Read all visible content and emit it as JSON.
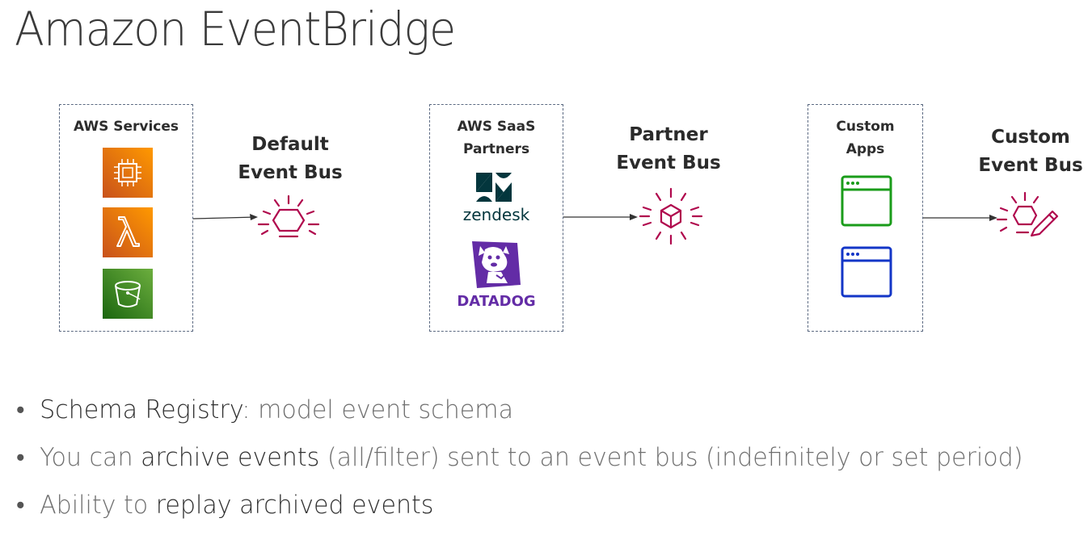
{
  "title": "Amazon EventBridge",
  "groups": [
    {
      "label_lines": [
        "AWS Services"
      ],
      "bus_lines": [
        "Default",
        "Event Bus"
      ]
    },
    {
      "label_lines": [
        "AWS SaaS",
        "Partners"
      ],
      "bus_lines": [
        "Partner",
        "Event Bus"
      ]
    },
    {
      "label_lines": [
        "Custom",
        "Apps"
      ],
      "bus_lines": [
        "Custom",
        "Event Bus"
      ]
    }
  ],
  "logos": {
    "zendesk": "zendesk",
    "datadog": "DATADOG"
  },
  "colors": {
    "bus_icon": "#b0084d",
    "aws_compute": "#ff9900",
    "aws_storage": "#3f8624",
    "app_green": "#1a9c1a",
    "app_blue": "#1336c7",
    "zendesk": "#03363d",
    "datadog": "#632ca6"
  },
  "icons": [
    "ec2-icon",
    "lambda-icon",
    "s3-bucket-icon",
    "event-bus-icon",
    "partner-event-bus-icon",
    "custom-event-bus-icon",
    "app-window-icon"
  ],
  "bullets": [
    {
      "parts": [
        {
          "text": "Schema Registry",
          "em": true
        },
        {
          "text": ": model event schema",
          "em": false
        }
      ]
    },
    {
      "parts": [
        {
          "text": "You can ",
          "em": false
        },
        {
          "text": "archive events",
          "em": true
        },
        {
          "text": " (all/filter) sent to an event bus (indefinitely or set period)",
          "em": false
        }
      ]
    },
    {
      "parts": [
        {
          "text": "Ability to ",
          "em": false
        },
        {
          "text": "replay archived events",
          "em": true
        }
      ]
    }
  ]
}
